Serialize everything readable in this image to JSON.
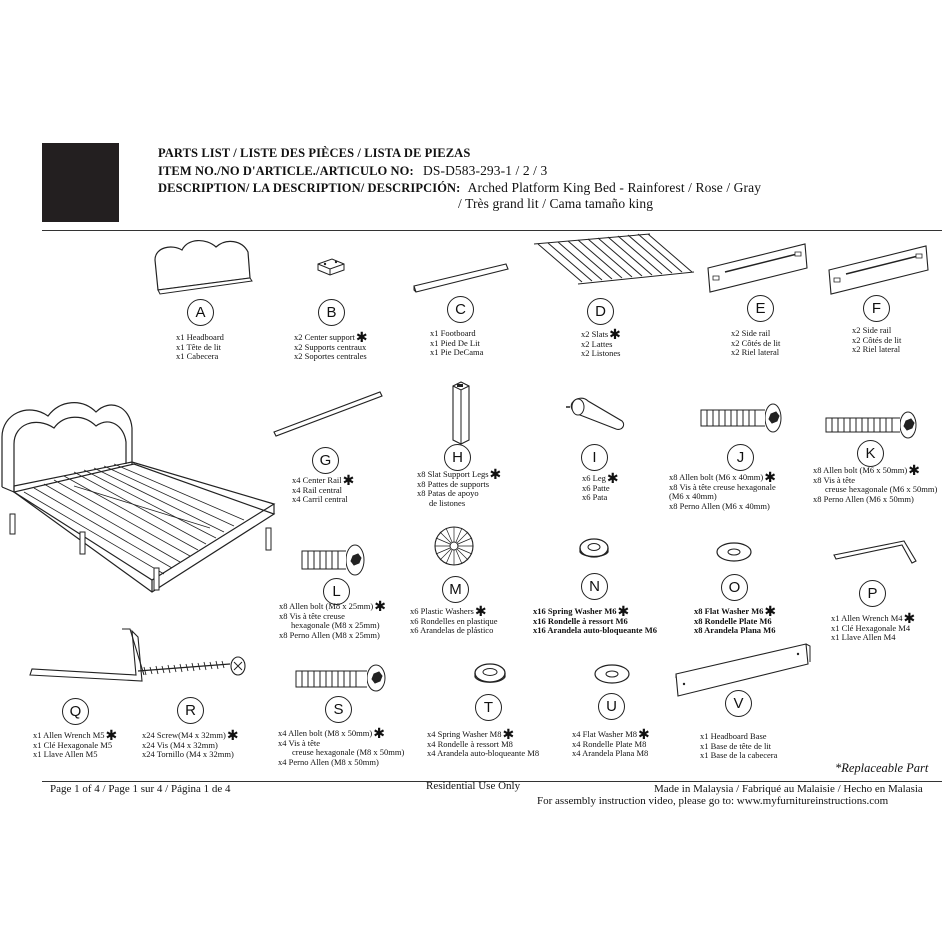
{
  "header": {
    "parts_list_label": "PARTS LIST / LISTE DES PIÈCES / LISTA DE PIEZAS",
    "item_no_label": "ITEM NO./NO D'ARTICLE./ARTICULO NO:",
    "item_no_value": "DS-D583-293-1 / 2 / 3",
    "description_label": "DESCRIPTION/ LA DESCRIPTION/ DESCRIPCIÓN:",
    "description_line1": "Arched Platform King Bed - Rainforest / Rose / Gray",
    "description_line2": "/ Très grand lit / Cama tamaño king"
  },
  "parts": {
    "A": {
      "letter": "A",
      "lines": [
        "x1 Headboard",
        "x1 Tête de lit",
        "x1 Cabecera"
      ],
      "replaceable": false
    },
    "B": {
      "letter": "B",
      "lines": [
        "x2 Center support",
        "x2 Supports centraux",
        "x2 Soportes centrales"
      ],
      "replaceable": true
    },
    "C": {
      "letter": "C",
      "lines": [
        "x1 Footboard",
        "x1 Pied De Lit",
        "x1 Pie DeCama"
      ],
      "replaceable": false
    },
    "D": {
      "letter": "D",
      "lines": [
        "x2 Slats",
        "x2 Lattes",
        "x2 Listones"
      ],
      "replaceable": true
    },
    "E": {
      "letter": "E",
      "lines": [
        "x2 Side rail",
        "x2 Côtés de lit",
        "x2 Riel lateral"
      ],
      "replaceable": false
    },
    "F": {
      "letter": "F",
      "lines": [
        "x2 Side rail",
        "x2 Côtés de lit",
        "x2 Riel lateral"
      ],
      "replaceable": false
    },
    "G": {
      "letter": "G",
      "lines": [
        "x4 Center Rail",
        "x4 Rail central",
        "x4 Carril central"
      ],
      "replaceable": true
    },
    "H": {
      "letter": "H",
      "lines": [
        "x8 Slat Support Legs",
        "x8 Pattes de supports",
        "x8 Patas de apoyo",
        "de listones"
      ],
      "replaceable": true
    },
    "I": {
      "letter": "I",
      "lines": [
        "x6 Leg",
        "x6 Patte",
        "x6 Pata"
      ],
      "replaceable": true
    },
    "J": {
      "letter": "J",
      "lines": [
        "x8 Allen bolt (M6 x 40mm)",
        "x8 Vis à tête creuse hexagonale",
        "(M6 x 40mm)",
        "x8 Perno Allen (M6 x 40mm)"
      ],
      "replaceable": true
    },
    "K": {
      "letter": "K",
      "lines": [
        "x8 Allen bolt (M6 x 50mm)",
        "x8 Vis à tête",
        "creuse hexagonale (M6 x 50mm)",
        "x8 Perno Allen (M6 x 50mm)"
      ],
      "replaceable": true
    },
    "L": {
      "letter": "L",
      "lines": [
        "x8 Allen bolt (M8 x 25mm)",
        "x8 Vis à tête creuse",
        "hexagonale (M8 x 25mm)",
        "x8 Perno Allen (M8 x 25mm)"
      ],
      "replaceable": true
    },
    "M": {
      "letter": "M",
      "lines": [
        "x6 Plastic Washers",
        "x6 Rondelles en plastique",
        "x6 Arandelas de plástico"
      ],
      "replaceable": true
    },
    "N": {
      "letter": "N",
      "lines": [
        "x16 Spring Washer M6",
        "x16 Rondelle à ressort M6",
        "x16 Arandela auto-bloqueante M6"
      ],
      "replaceable": true
    },
    "O": {
      "letter": "O",
      "lines": [
        "x8 Flat Washer M6",
        "x8 Rondelle Plate M6",
        "x8 Arandela Plana M6"
      ],
      "replaceable": true
    },
    "P": {
      "letter": "P",
      "lines": [
        "x1 Allen Wrench M4",
        "x1 Clé Hexagonale M4",
        "x1 Llave Allen M4"
      ],
      "replaceable": true
    },
    "Q": {
      "letter": "Q",
      "lines": [
        "x1 Allen Wrench M5",
        "x1 Clé Hexagonale M5",
        "x1 Llave Allen M5"
      ],
      "replaceable": true
    },
    "R": {
      "letter": "R",
      "lines": [
        "x24 Screw(M4 x 32mm)",
        "x24 Vis (M4 x 32mm)",
        "x24 Tornillo (M4 x 32mm)"
      ],
      "replaceable": true
    },
    "S": {
      "letter": "S",
      "lines": [
        "x4 Allen bolt (M8 x 50mm)",
        "x4 Vis à tête",
        "creuse hexagonale (M8 x 50mm)",
        "x4 Perno Allen (M8 x 50mm)"
      ],
      "replaceable": true
    },
    "T": {
      "letter": "T",
      "lines": [
        "x4 Spring Washer M8",
        "x4 Rondelle à ressort M8",
        "x4 Arandela auto-bloqueante M8"
      ],
      "replaceable": true
    },
    "U": {
      "letter": "U",
      "lines": [
        "x4 Flat Washer M8",
        "x4 Rondelle Plate M8",
        "x4 Arandela Plana M8"
      ],
      "replaceable": true
    },
    "V": {
      "letter": "V",
      "lines": [
        "x1 Headboard Base",
        "x1 Base de tête de lit",
        "x1 Base de la cabecera"
      ],
      "replaceable": false
    }
  },
  "footer": {
    "replaceable_note": "*Replaceable Part",
    "page_label": "Page 1 of 4 / Page 1 sur 4 / Página 1 de 4",
    "residential": "Residential Use Only",
    "made_in": "Made in Malaysia / Fabriqué au Malaisie / Hecho en Malasia",
    "video": "For assembly instruction video, please go to: www.myfurnitureinstructions.com"
  },
  "icons": {
    "star": "✱"
  }
}
